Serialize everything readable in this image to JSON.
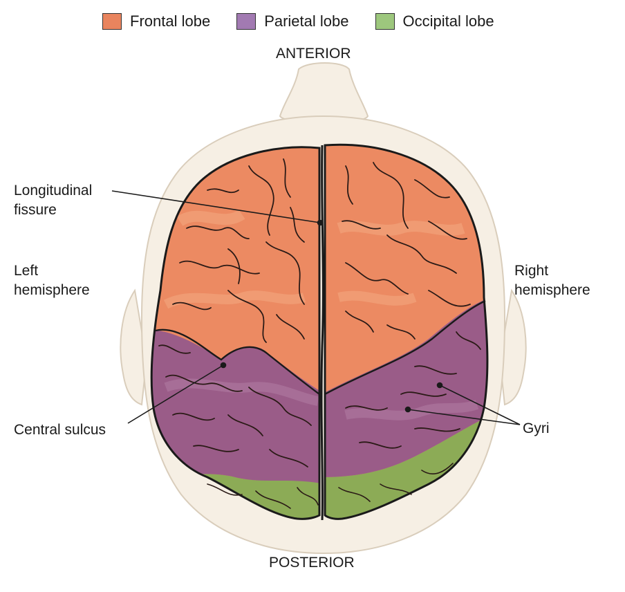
{
  "legend": [
    {
      "label": "Frontal lobe",
      "color": "#e9845e"
    },
    {
      "label": "Parietal lobe",
      "color": "#a27ab2"
    },
    {
      "label": "Occipital lobe",
      "color": "#9dc77d"
    }
  ],
  "labels": {
    "anterior": "ANTERIOR",
    "posterior": "POSTERIOR",
    "longitudinal_fissure": "Longitudinal\nfissure",
    "left_hemisphere": "Left\nhemisphere",
    "right_hemisphere": "Right\nhemisphere",
    "central_sulcus": "Central sulcus",
    "gyri": "Gyri"
  },
  "colors": {
    "frontal": "#ec8a62",
    "frontal_light": "#f4a67f",
    "parietal": "#9a5c88",
    "parietal_light": "#b07aa2",
    "occipital": "#8cab56",
    "occipital_light": "#a6c26d",
    "head": "#f6efe4",
    "head_outline": "#d9cdbb"
  }
}
